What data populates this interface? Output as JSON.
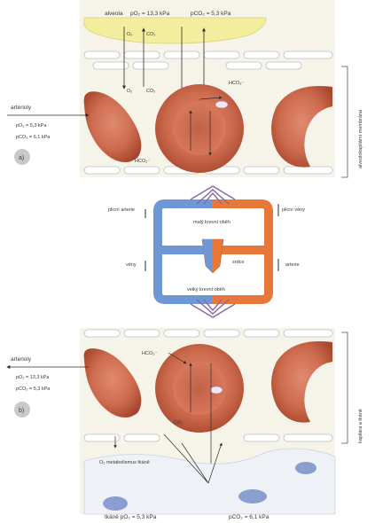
{
  "top": {
    "alveolus_label": "alveola",
    "pO2": "pO₂ = 13,3 kPa",
    "pCO2": "pCO₂ = 5,3 kPa"
  },
  "gas_labels": {
    "o2": "O₂",
    "co2": "CO₂",
    "hco3": "HCO₃⁻"
  },
  "upper_panel": {
    "vessel": "arterioly",
    "pO2": "pO₂ = 5,3 kPa",
    "pCO2": "pCO₂ = 6,1 kPa",
    "badge": "a)",
    "side_label": "alveolokapilární membrána"
  },
  "circulation": {
    "pulmonary_arteries": "plicní arterie",
    "pulmonary_veins": "plicní vény",
    "pulmonary_circuit": "malý krevní oběh",
    "venae": "vény",
    "heart": "srdce",
    "arteries": "arterie",
    "systemic_circuit": "velký krevní oběh"
  },
  "lower_panel": {
    "vessel": "arterioly",
    "pO2": "pO₂ = 13,3 kPa",
    "pCO2": "pCO₂ = 5,3 kPa",
    "badge": "b)",
    "side_label": "kapilára a tkáně",
    "bottom_note": "O₂ metabolismus tkáně",
    "bottom_left": "tkáně pO₂ = 5,3 kPa",
    "bottom_right": "pCO₂ = 6,1 kPa"
  },
  "colors": {
    "venous_blue": "#6f97d6",
    "arterial_orange": "#e8783a",
    "rbc": "#cd6b4e",
    "alveolus_yellow": "#f3ee9e",
    "panel_bg": "#f6f3e8",
    "membrane": "#c8cfd6"
  }
}
